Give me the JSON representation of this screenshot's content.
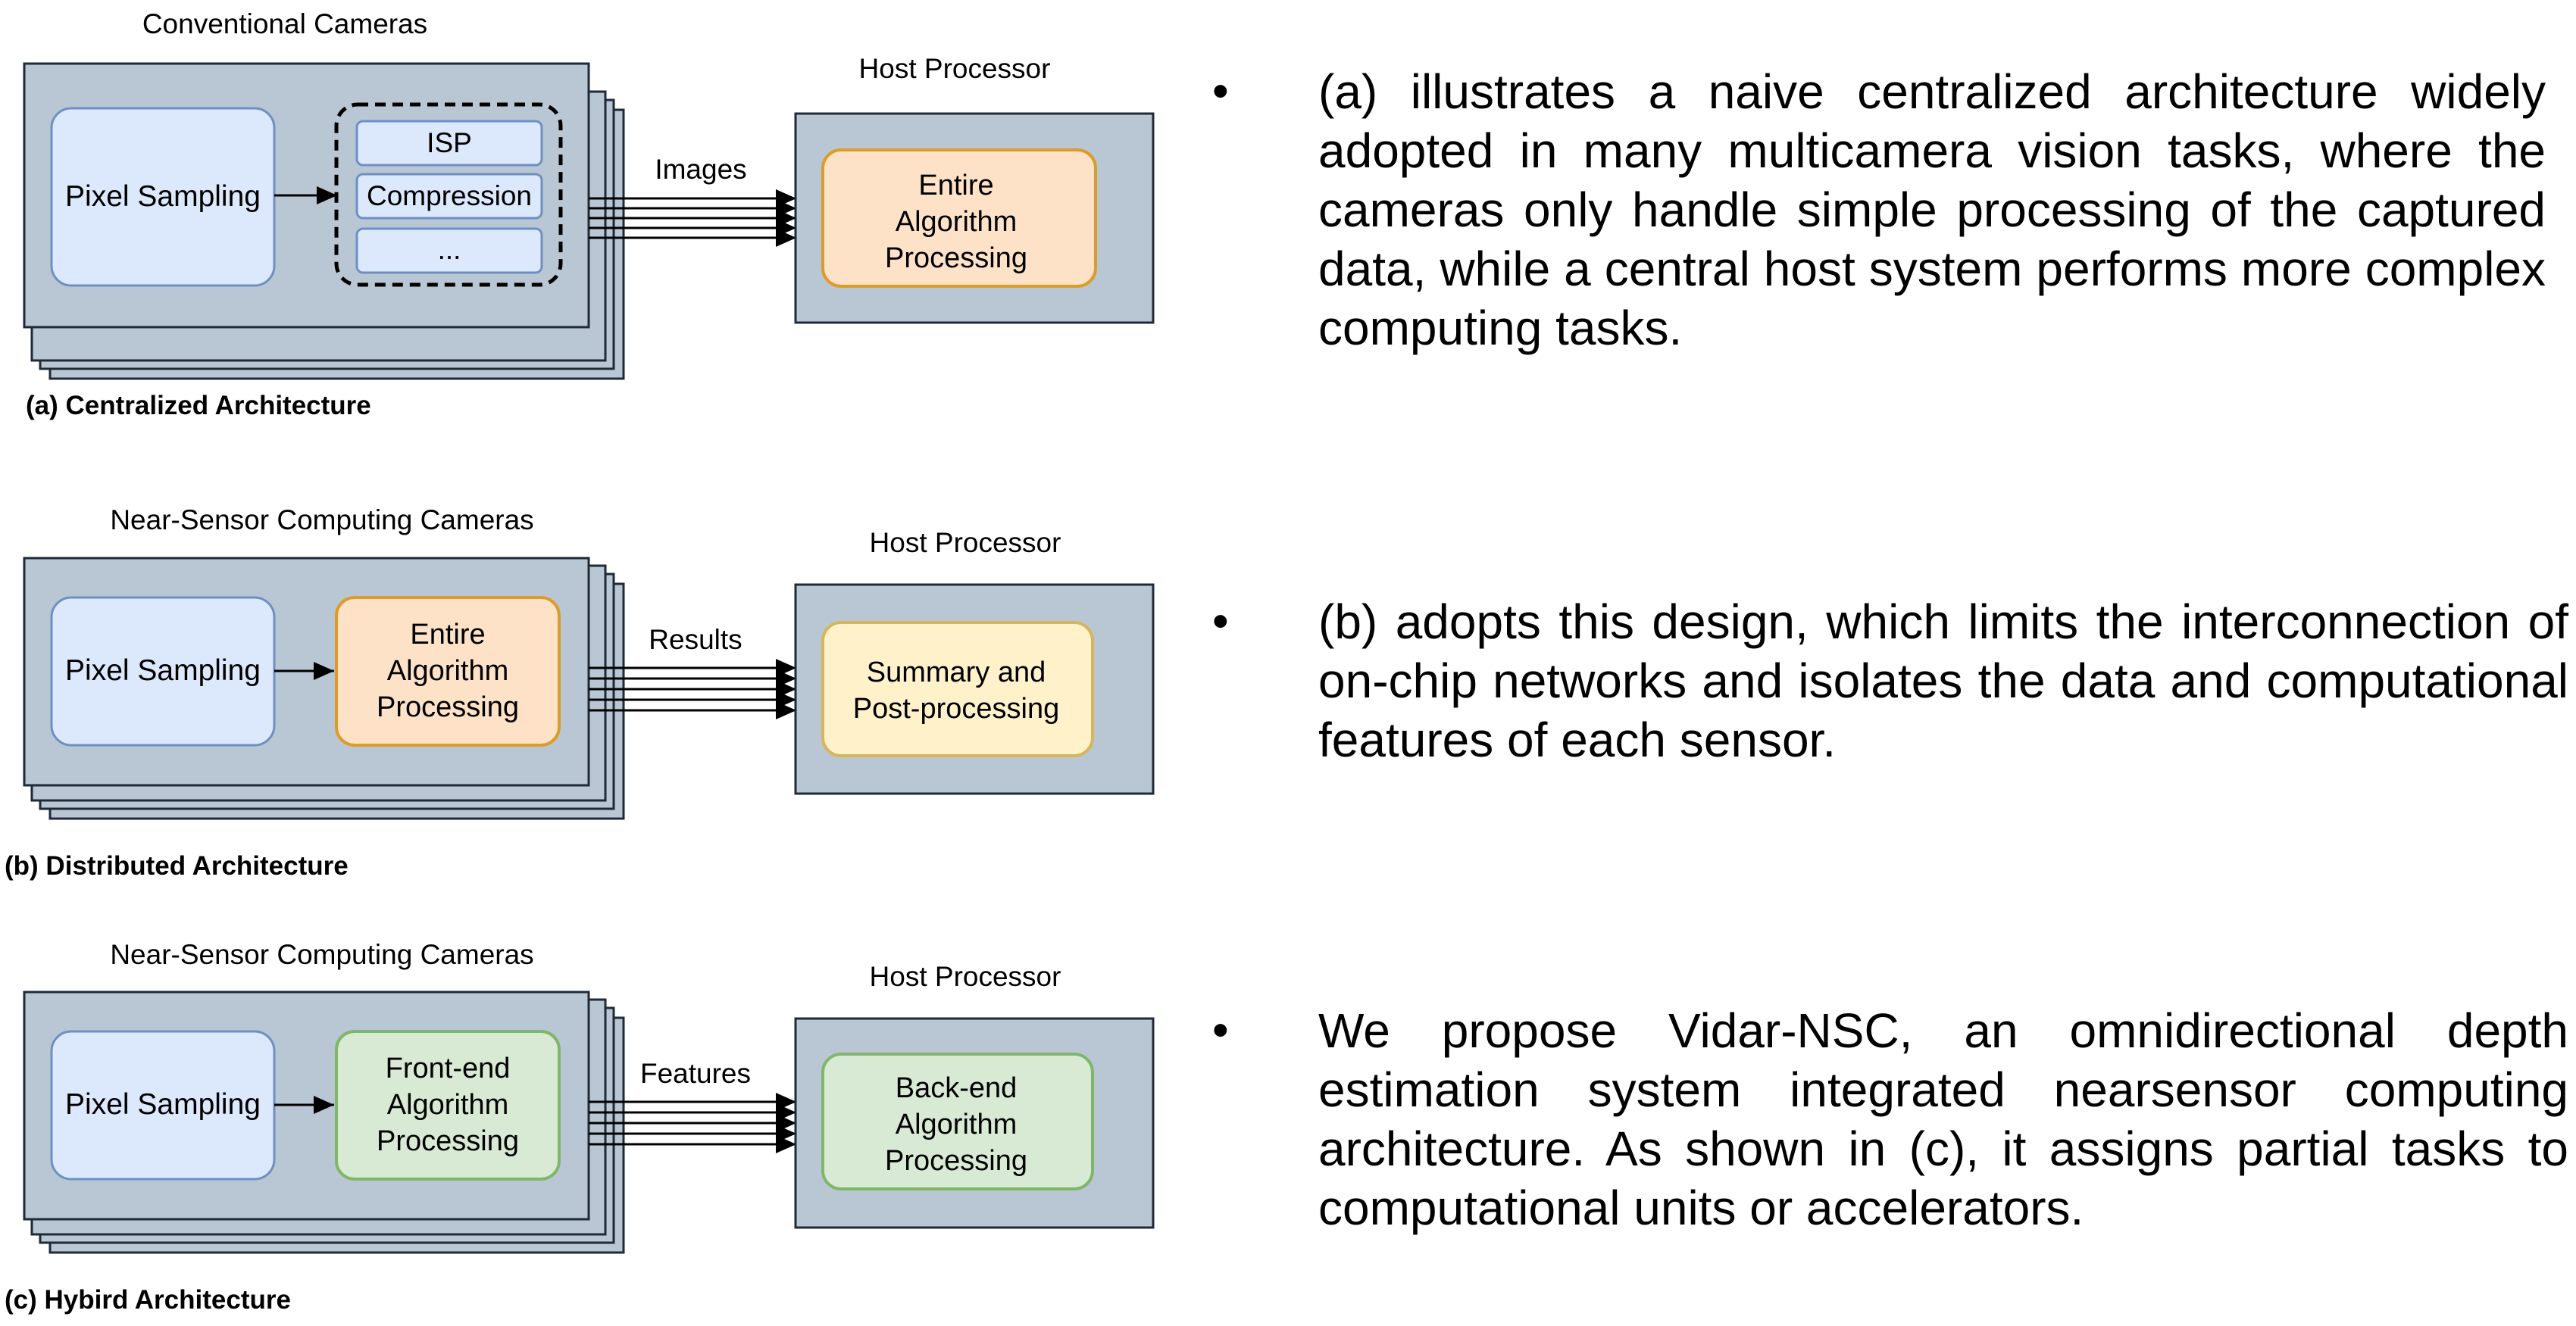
{
  "colors": {
    "camera_fill": "#b9c7d4",
    "stroke": "#1e2a36",
    "pixel_box_fill": "#dce8fb",
    "pixel_box_stroke": "#6f8fc3",
    "orange_fill": "#fde2c8",
    "orange_stroke": "#dc9c28",
    "yellow_fill": "#fff2cb",
    "yellow_stroke": "#d6b65c",
    "green_fill": "#d8ead4",
    "green_stroke": "#7fb76a"
  },
  "panels": [
    {
      "id": "a",
      "camera_title": "Conventional Cameras",
      "pixel_label": "Pixel Sampling",
      "stack_items": [
        "ISP",
        "Compression",
        "..."
      ],
      "arrow_label": "Images",
      "host_title": "Host Processor",
      "host_box_lines": [
        "Entire",
        "Algorithm",
        "Processing"
      ],
      "caption": "(a) Centralized Architecture"
    },
    {
      "id": "b",
      "camera_title": "Near-Sensor Computing Cameras",
      "pixel_label": "Pixel Sampling",
      "proc_lines": [
        "Entire",
        "Algorithm",
        "Processing"
      ],
      "arrow_label": "Results",
      "host_title": "Host Processor",
      "host_box_lines": [
        "Summary and",
        "Post-processing"
      ],
      "caption": "(b) Distributed Architecture"
    },
    {
      "id": "c",
      "camera_title": "Near-Sensor Computing Cameras",
      "pixel_label": "Pixel Sampling",
      "proc_lines": [
        "Front-end",
        "Algorithm",
        "Processing"
      ],
      "arrow_label": "Features",
      "host_title": "Host Processor",
      "host_box_lines": [
        "Back-end",
        "Algorithm",
        "Processing"
      ],
      "caption": "(c) Hybird Architecture"
    }
  ],
  "bullets": [
    {
      "marker": "•",
      "text": "(a) illustrates a naive centralized architecture widely adopted in many multicamera vision tasks, where the cameras only handle simple processing of the captured data, while a central host system performs more complex computing tasks."
    },
    {
      "marker": "•",
      "text": "(b) adopts this design, which limits the interconnection of on-chip networks and isolates the data and computational features of each sensor."
    },
    {
      "marker": "•",
      "text": "We propose Vidar-NSC, an omnidirectional depth estimation system integrated nearsensor computing architecture. As shown in (c), it assigns partial tasks to computational units or accelerators."
    }
  ]
}
